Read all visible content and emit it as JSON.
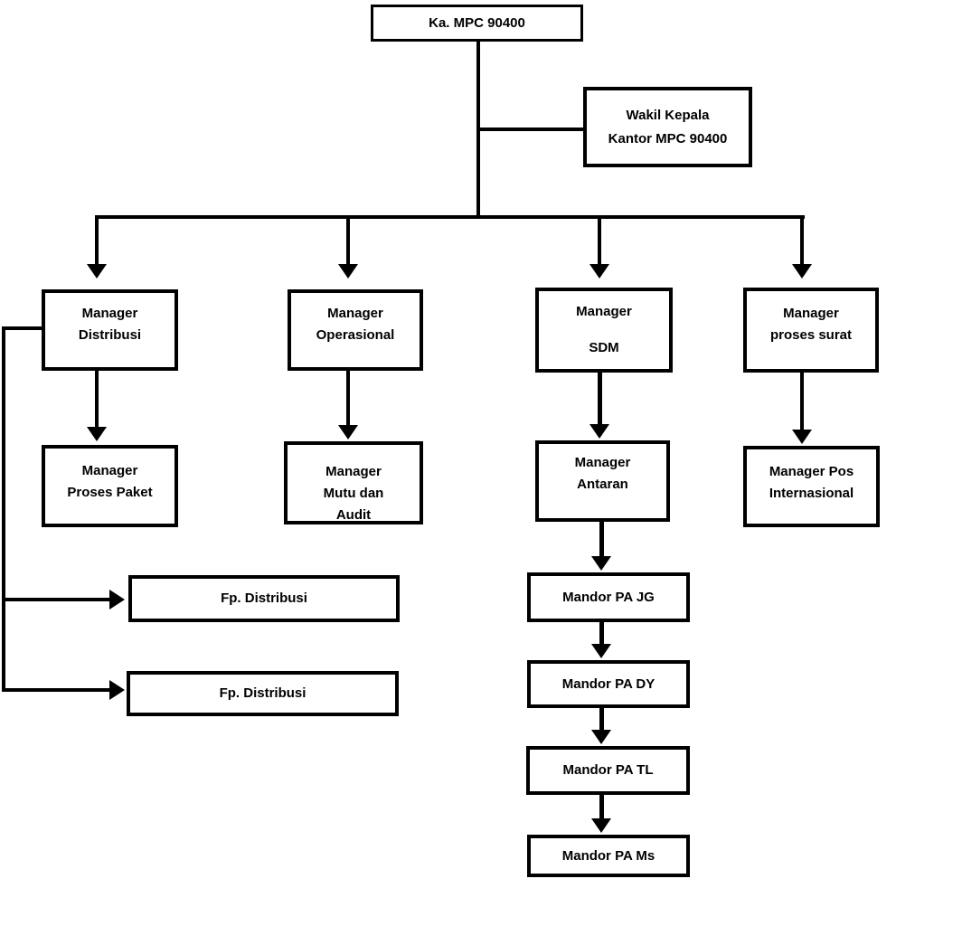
{
  "diagram": {
    "type": "org-chart-flowchart",
    "background_color": "#ffffff",
    "line_color": "#000000",
    "text_color": "#000000",
    "nodes": {
      "head": {
        "label": "Ka. MPC 90400"
      },
      "deputy": {
        "line1": "Wakil Kepala",
        "line2": "Kantor MPC 90400"
      },
      "manager_distribusi": {
        "line1": "Manager",
        "line2": "Distribusi"
      },
      "manager_operasional": {
        "line1": "Manager",
        "line2": "Operasional"
      },
      "manager_sdm": {
        "line1": "Manager",
        "line2": "SDM"
      },
      "manager_proses_surat": {
        "line1": "Manager",
        "line2": "proses surat"
      },
      "manager_proses_paket": {
        "line1": "Manager",
        "line2": "Proses Paket"
      },
      "manager_mutu_audit": {
        "line1": "Manager",
        "line2": "Mutu dan",
        "line3": "Audit"
      },
      "manager_antaran": {
        "line1": "Manager",
        "line2": "Antaran"
      },
      "manager_pos_internasional": {
        "line1": "Manager Pos",
        "line2": "Internasional"
      },
      "fp_distribusi_1": {
        "label": "Fp. Distribusi"
      },
      "fp_distribusi_2": {
        "label": "Fp. Distribusi"
      },
      "mandor_pa_jg": {
        "label": "Mandor PA JG"
      },
      "mandor_pa_dy": {
        "label": "Mandor PA DY"
      },
      "mandor_pa_tl": {
        "label": "Mandor PA TL"
      },
      "mandor_pa_ms": {
        "label": "Mandor PA Ms"
      }
    },
    "edges": [
      "head -> manager_distribusi",
      "head -> manager_operasional",
      "head -> manager_sdm",
      "head -> manager_proses_surat",
      "head - deputy (side link)",
      "manager_distribusi -> manager_proses_paket",
      "manager_operasional -> manager_mutu_audit",
      "manager_sdm -> manager_antaran",
      "manager_proses_surat -> manager_pos_internasional",
      "manager_distribusi -> fp_distribusi_1",
      "manager_distribusi -> fp_distribusi_2",
      "manager_antaran -> mandor_pa_jg",
      "mandor_pa_jg -> mandor_pa_dy",
      "mandor_pa_dy -> mandor_pa_tl",
      "mandor_pa_tl -> mandor_pa_ms"
    ]
  }
}
